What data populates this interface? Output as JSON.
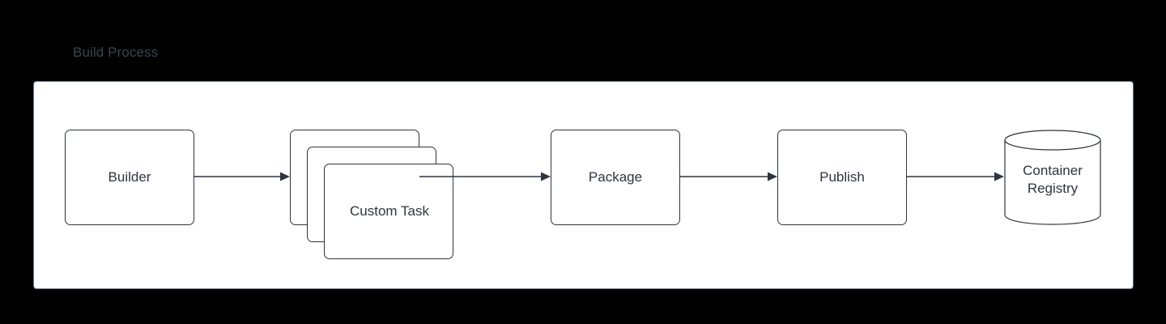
{
  "diagram": {
    "title": "Build Process",
    "title_color": "#3b4252",
    "background_color": "#000000",
    "container_fill": "#ffffff",
    "container_border_color": "#66728a",
    "node_border_color": "#2e3440",
    "node_text_color": "#2e3440",
    "connector_color": "#2e3440",
    "nodes": [
      {
        "id": "builder",
        "label": "Builder",
        "shape": "rounded-rect"
      },
      {
        "id": "custom-task-back",
        "label": "Custom Task",
        "shape": "rounded-rect"
      },
      {
        "id": "custom-task-middle",
        "label": "Custom Task",
        "shape": "rounded-rect"
      },
      {
        "id": "custom-task-front",
        "label": "Custom Task",
        "shape": "rounded-rect"
      },
      {
        "id": "package",
        "label": "Package",
        "shape": "rounded-rect"
      },
      {
        "id": "publish",
        "label": "Publish",
        "shape": "rounded-rect"
      },
      {
        "id": "container-registry",
        "label_line1": "Container",
        "label_line2": "Registry",
        "shape": "cylinder"
      }
    ],
    "connectors": [
      {
        "id": "builder-to-custom-task",
        "from": "builder",
        "to": "custom-task-back",
        "arrow": "single"
      },
      {
        "id": "custom-task-to-package",
        "from": "custom-task",
        "to": "package",
        "arrow": "single"
      },
      {
        "id": "package-to-publish",
        "from": "package",
        "to": "publish",
        "arrow": "single"
      },
      {
        "id": "publish-to-registry",
        "from": "publish",
        "to": "container-registry",
        "arrow": "single"
      }
    ]
  }
}
